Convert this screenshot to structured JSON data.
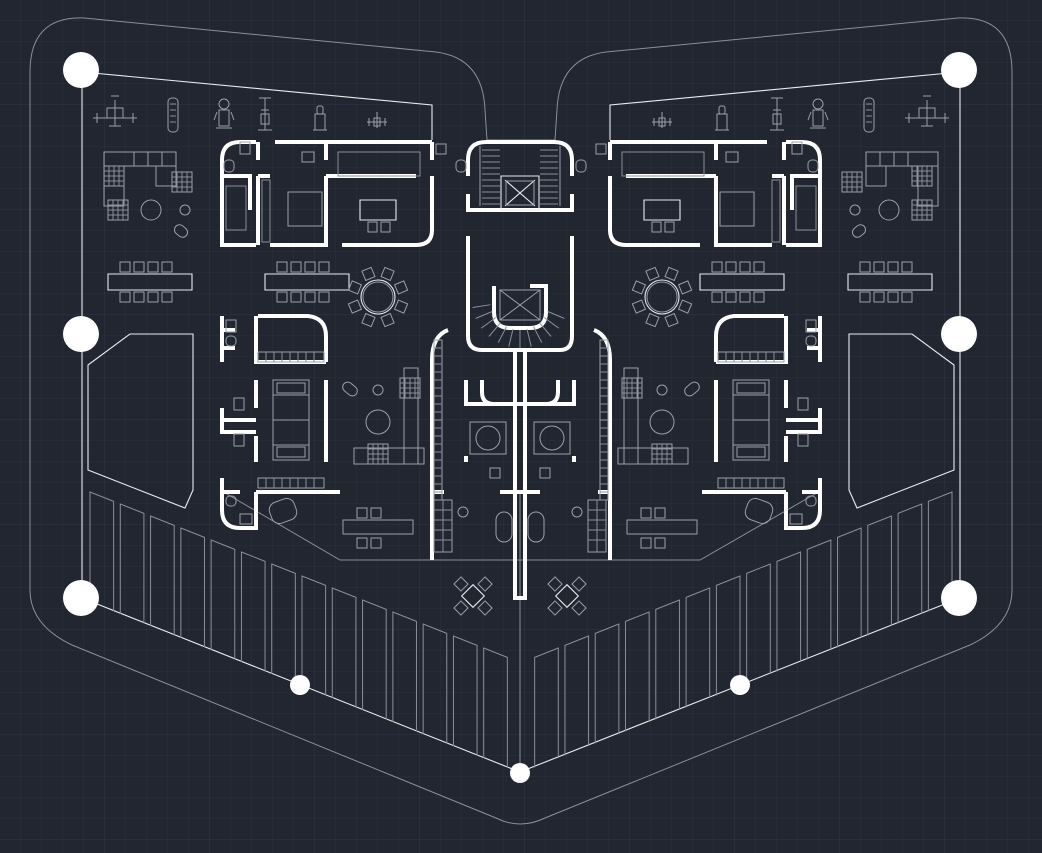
{
  "app": {
    "name": "",
    "viewport_background": "#212631"
  },
  "drawing": {
    "symmetry": "mirrored-about-vertical-axis",
    "colors": {
      "walls": "#ffffff",
      "linework": "#b8bcc4",
      "outline": "#8a8f99",
      "grid_minor": "#2a303c",
      "grid_major": "#303746"
    },
    "layers": [
      {
        "id": "grid",
        "name": "grid"
      },
      {
        "id": "outline",
        "name": "building-outline"
      },
      {
        "id": "parking",
        "name": "parking-bays"
      },
      {
        "id": "walls",
        "name": "walls"
      },
      {
        "id": "stair",
        "name": "stair-core"
      },
      {
        "id": "furniture",
        "name": "furniture"
      },
      {
        "id": "gym",
        "name": "gym-equipment"
      },
      {
        "id": "columns",
        "name": "column-markers"
      }
    ],
    "icons": {
      "column": "column-marker-icon",
      "stair": "stair-icon",
      "dining": "dining-table-icon",
      "gym": "gym-equipment-icon"
    }
  }
}
